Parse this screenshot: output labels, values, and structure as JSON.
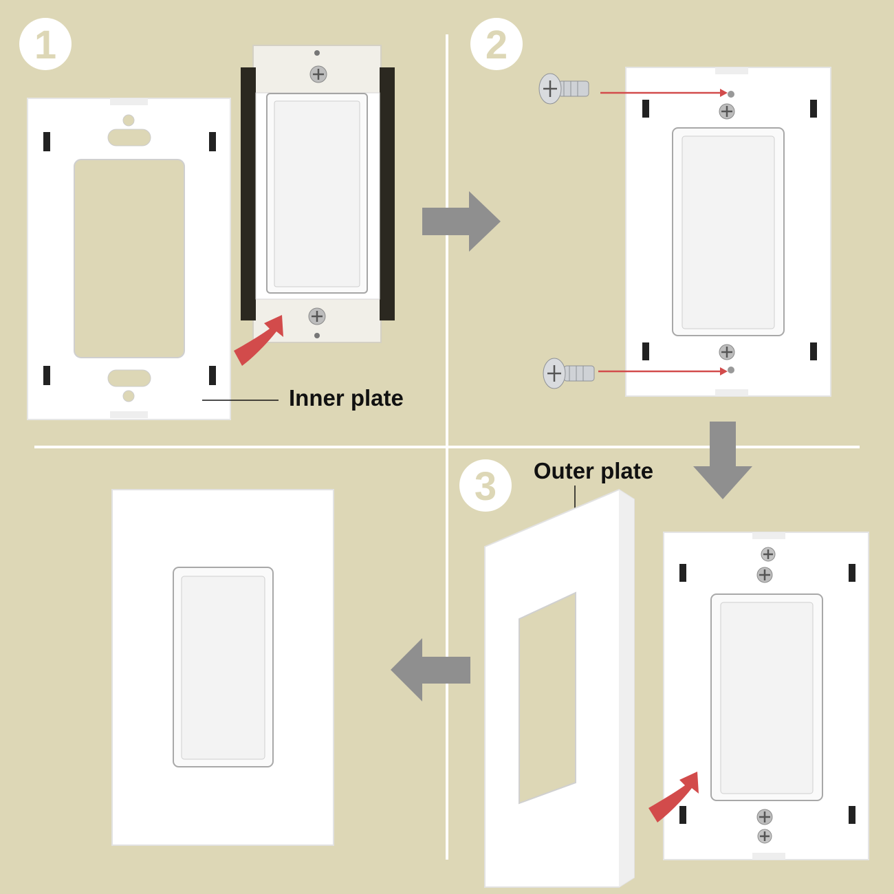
{
  "steps": [
    {
      "number": "1"
    },
    {
      "number": "2"
    },
    {
      "number": "3"
    }
  ],
  "labels": {
    "inner_plate": "Inner plate",
    "outer_plate": "Outer plate"
  },
  "colors": {
    "background": "#ddd7b6",
    "step_badge": "#ffffff",
    "flow_arrow": "#8f8f8f",
    "insert_arrow": "#d24b4b",
    "plate": "#ffffff"
  },
  "icons": [
    "screw-icon",
    "rotate-arrow-icon",
    "flow-arrow-icon"
  ]
}
